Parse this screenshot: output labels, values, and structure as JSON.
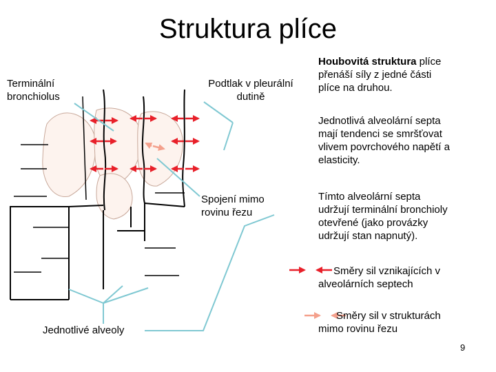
{
  "title": "Struktura plíce",
  "labels": {
    "terminal_bronchiolus": [
      "Terminální",
      "bronchiolus"
    ],
    "pleural_pressure": [
      "Podtlak v pleurální",
      "dutině"
    ],
    "outside_connection": [
      "Spojení mimo",
      "rovinu řezu"
    ],
    "alveoli": "Jednotlivé alveoly"
  },
  "text": {
    "p1_bold": "Houbovitá struktura",
    "p1_rest_line1": " plíce",
    "p1_lines": [
      "přenáší síly z jedné části",
      "plíce na druhou."
    ],
    "p2_lines": [
      "Jednotlivá alveolární septa",
      "mají tendenci se smršťovat",
      "vlivem povrchového napětí a",
      "elasticity."
    ],
    "p3_lines": [
      "Tímto alveolární septa",
      "udržují terminální bronchioly",
      "otevřené (jako provázky",
      "udržují stan napnutý)."
    ]
  },
  "legend": [
    {
      "lines": [
        "Směry sil vznikajících v",
        "alveolárních septech"
      ],
      "color": "#e8202a"
    },
    {
      "lines": [
        "Směry sil v strukturách",
        "mimo rovinu řezu"
      ],
      "color": "#f4a08c"
    }
  ],
  "page_number": "9",
  "colors": {
    "force_red": "#e8202a",
    "force_pink": "#f4a08c",
    "pointer_blue": "#7fc8d2",
    "alveolus_fill": "#fdf3ee",
    "alveolus_stroke": "#c8a89a"
  }
}
